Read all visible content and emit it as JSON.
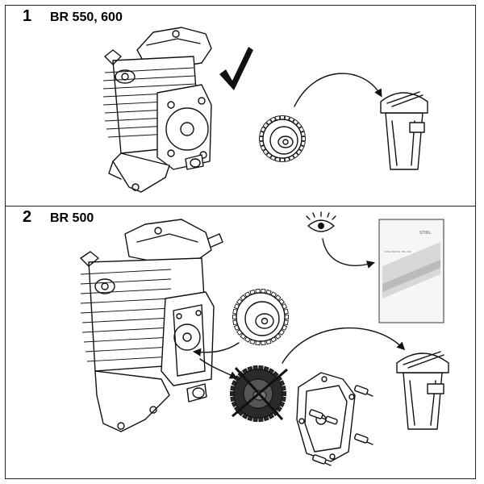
{
  "steps": [
    {
      "number": "1",
      "title": "BR 550, 600"
    },
    {
      "number": "2",
      "title": "BR 500"
    }
  ],
  "manual": {
    "brand": "STIHL",
    "cover_text": "STIHL BR 500, 550, 600"
  },
  "colors": {
    "line": "#111111",
    "background": "#ffffff",
    "gear_dark": "#2a2a2a"
  }
}
